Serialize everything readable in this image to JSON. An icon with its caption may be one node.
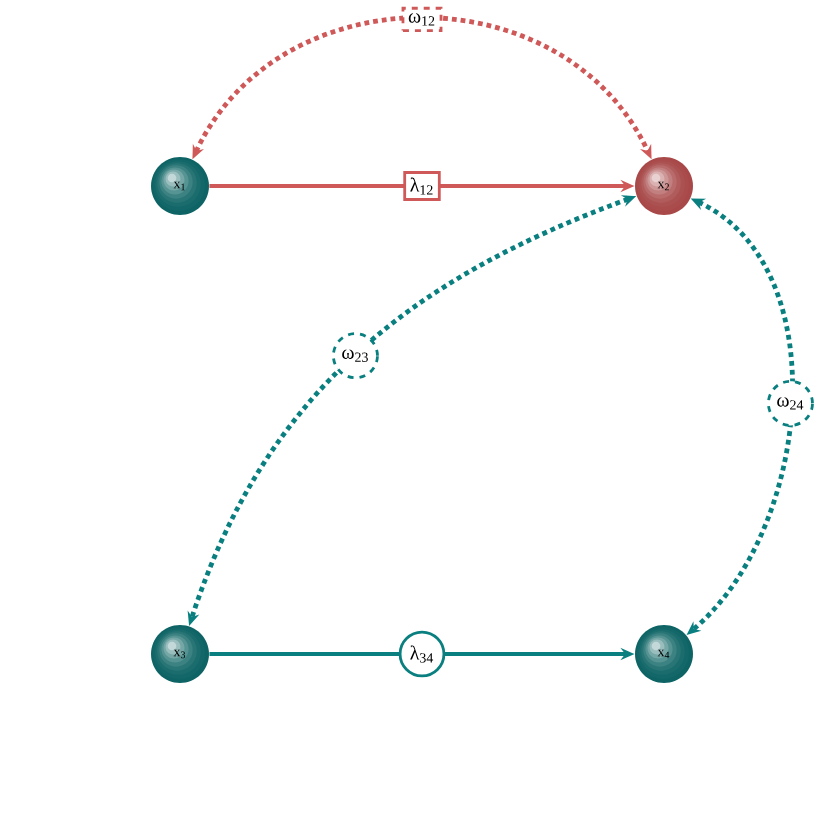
{
  "diagram": {
    "nodes": [
      {
        "text": [
          "x$_{1}$"
        ]
      },
      {
        "text": [
          "x$_{2}$"
        ]
      },
      {
        "text": [
          "x$_{3}$"
        ]
      },
      {
        "text": [
          "x$_{4}$"
        ]
      }
    ],
    "edges": [
      {
        "from": 0,
        "to": 1,
        "arrow": "to",
        "label": "λ$_{12}$",
        "color": "#cf5858"
      },
      {
        "from": 0,
        "to": 1,
        "arrow": "both",
        "label": "ω$_{12}$",
        "style": "dashed",
        "color": "#cf5858"
      },
      {
        "from": 1,
        "to": 2,
        "arrow": "both",
        "label": "ω$_{23}$",
        "style": "dashed"
      },
      {
        "from": 1,
        "to": 3,
        "arrow": "both",
        "label": "ω$_{24}$",
        "style": "dashed"
      },
      {
        "from": 2,
        "to": 3,
        "arrow": "to",
        "label": "λ$_{34}$"
      }
    ]
  }
}
